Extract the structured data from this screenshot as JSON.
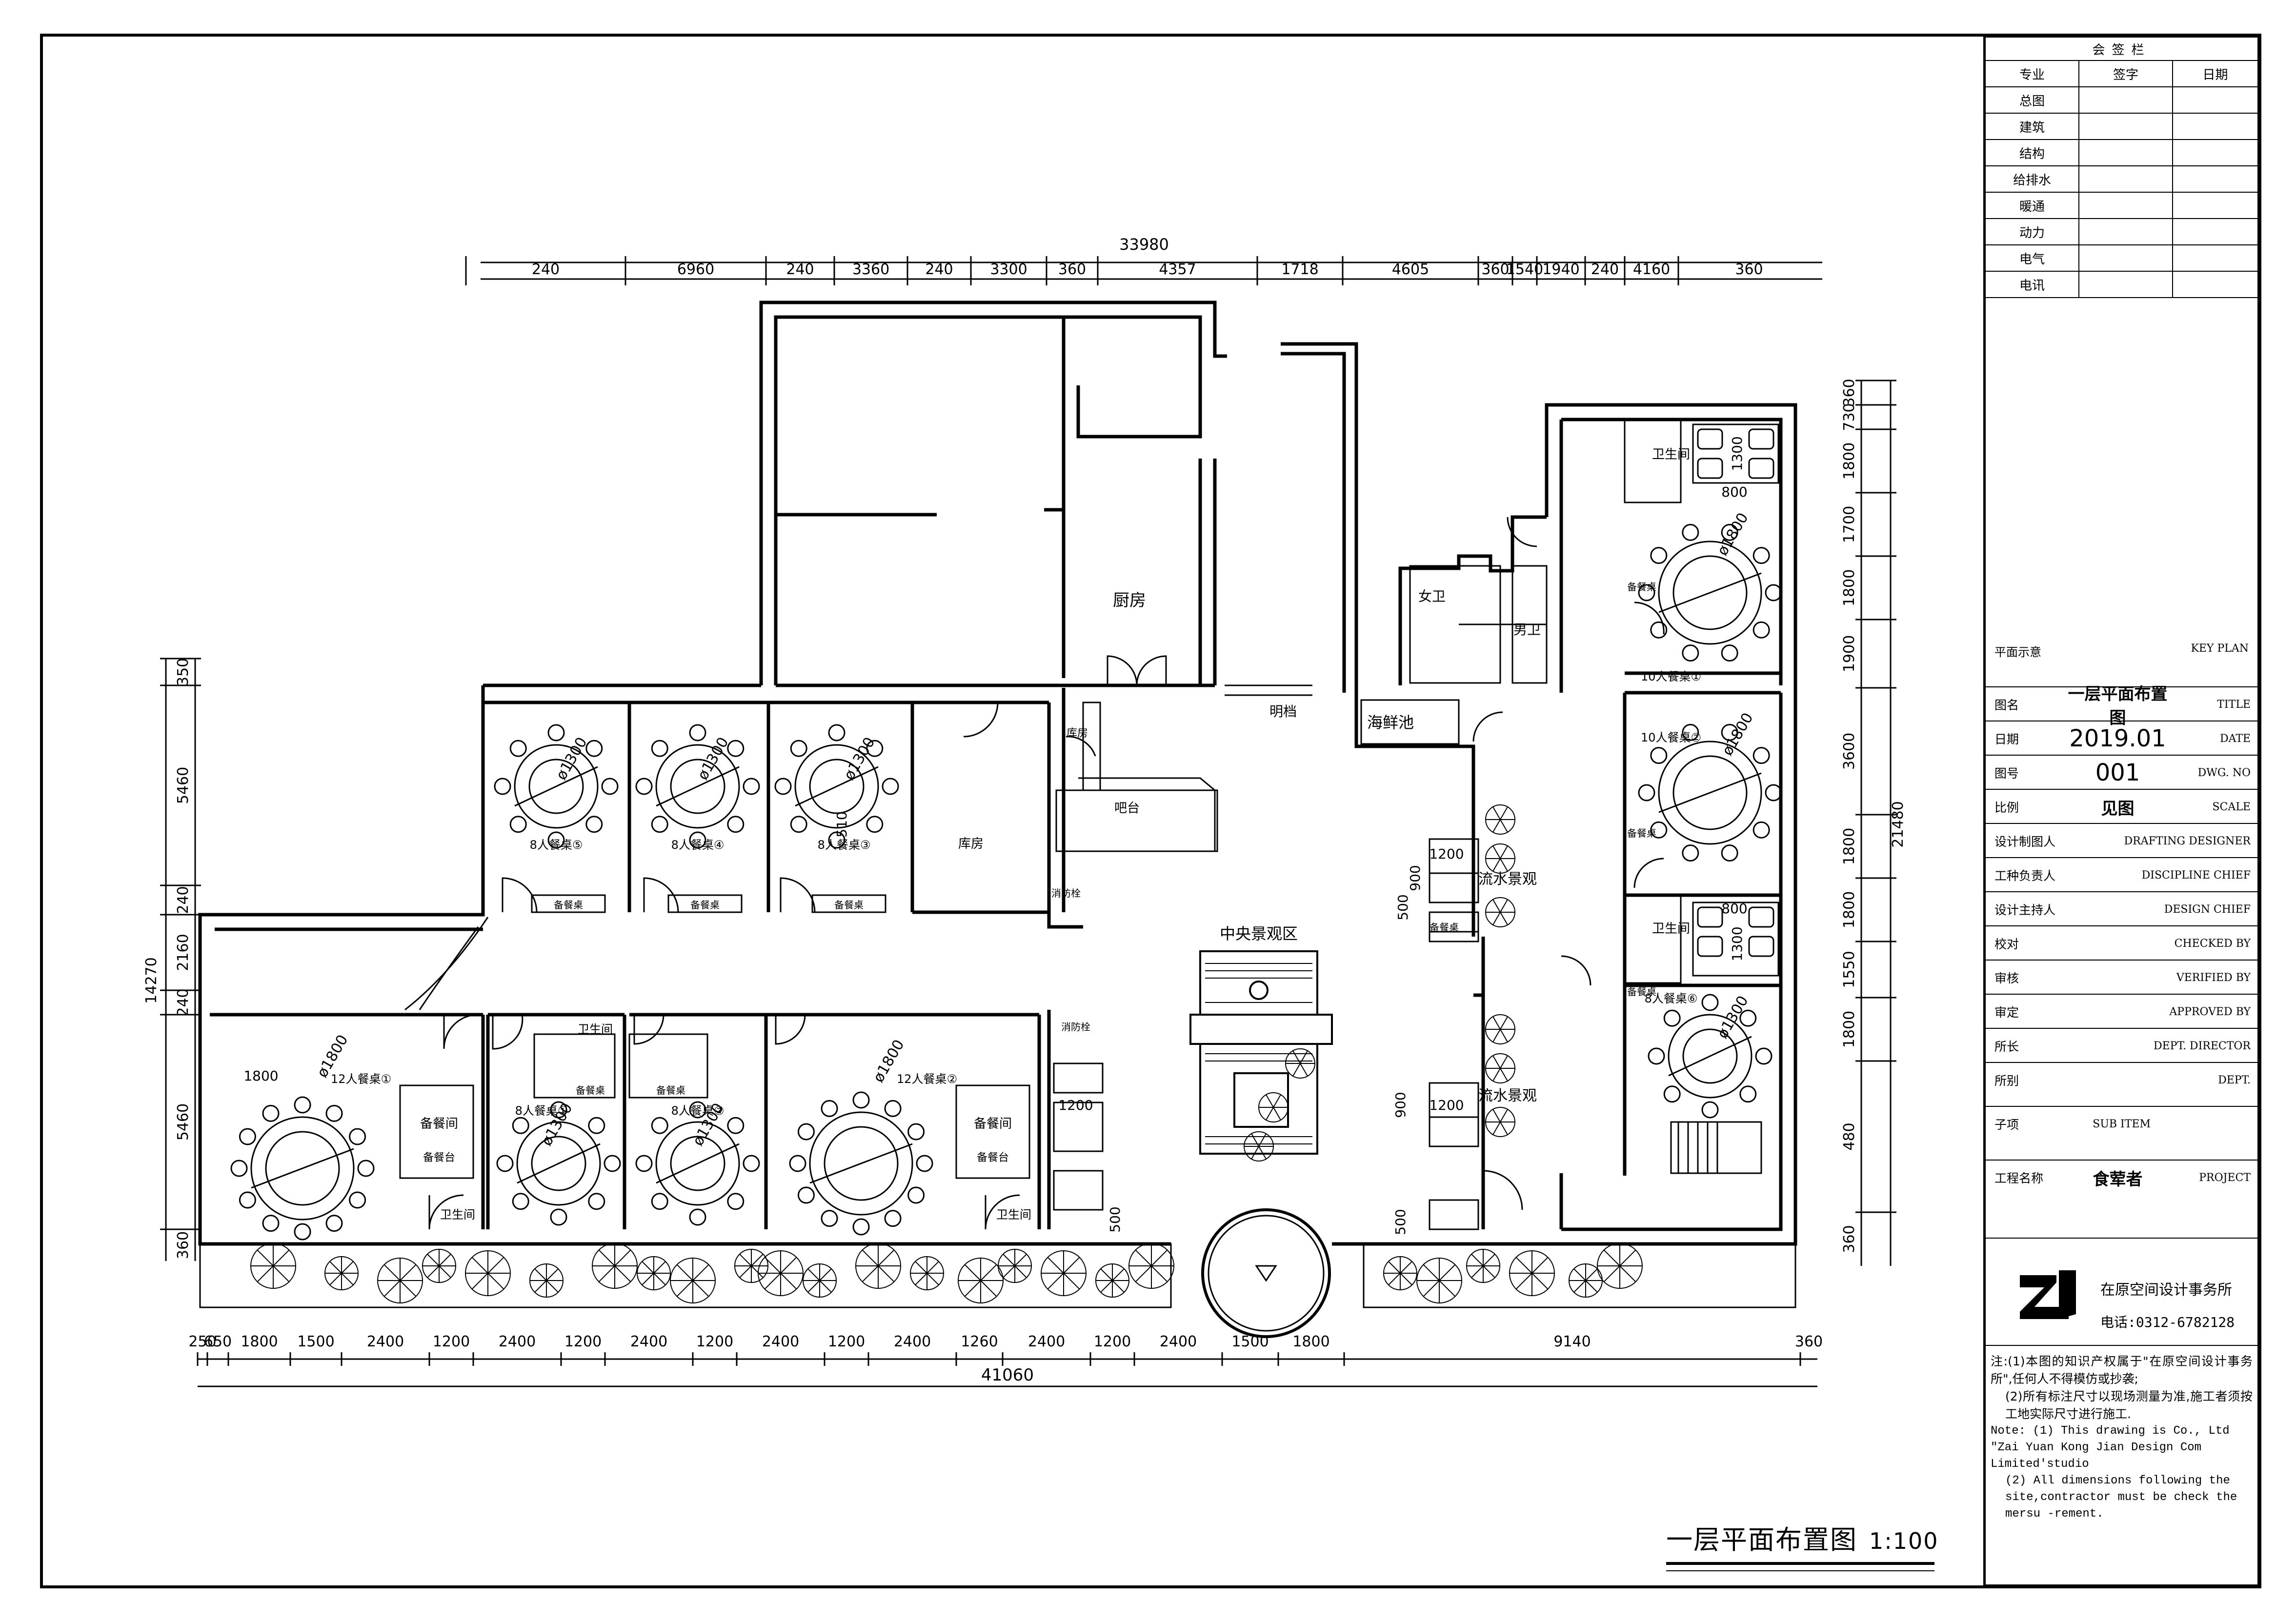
{
  "drawing": {
    "title": "一层平面布置图",
    "scale": "1:100"
  },
  "dimensions": {
    "top_total": "33980",
    "top_segments": [
      "240",
      "6960",
      "240",
      "3360",
      "240",
      "3300",
      "360",
      "4357",
      "1718",
      "4605",
      "360",
      "1540",
      "1940",
      "240",
      "4160",
      "360"
    ],
    "bottom_segments": [
      "250",
      "650",
      "1800",
      "1500",
      "2400",
      "1200",
      "2400",
      "1200",
      "2400",
      "1200",
      "2400",
      "1200",
      "2400",
      "1260",
      "2400",
      "1200",
      "2400",
      "1500",
      "1800",
      "9140",
      "360"
    ],
    "bottom_total": "41060",
    "left_segments": [
      "350",
      "5460",
      "240",
      "2160",
      "240",
      "5460",
      "360"
    ],
    "left_total": "14270",
    "right_segments": [
      "360",
      "730",
      "1800",
      "1700",
      "1800",
      "1900",
      "3600",
      "1800",
      "1800",
      "1550",
      "1800",
      "480",
      "360"
    ],
    "right_total": "21480",
    "internal": [
      "510",
      "500",
      "900",
      "1200",
      "900",
      "1200",
      "500",
      "500",
      "800",
      "800",
      "1300",
      "1300",
      "1800",
      "1200"
    ]
  },
  "rooms": {
    "kitchen": "厨房",
    "storage": "库房",
    "storage2": "库房",
    "bar": "吧台",
    "open_stall": "明档",
    "seafood_pool": "海鲜池",
    "female_wc": "女卫",
    "male_wc": "男卫",
    "central_landscape": "中央景观区",
    "water_feature_1": "流水景观",
    "water_feature_2": "流水景观",
    "wc": "卫生间",
    "prep_room": "备餐间",
    "prep_table": "备餐桌",
    "prep_counter": "备餐台",
    "fire_hydrant": "消防栓",
    "private_rooms": [
      {
        "label": "8人餐桌⑤",
        "dia": "ø1300"
      },
      {
        "label": "8人餐桌④",
        "dia": "ø1300"
      },
      {
        "label": "8人餐桌③",
        "dia": "ø1300"
      },
      {
        "label": "12人餐桌①",
        "dia": "ø1800"
      },
      {
        "label": "8人餐桌①",
        "dia": "ø1300"
      },
      {
        "label": "8人餐桌②",
        "dia": "ø1300"
      },
      {
        "label": "12人餐桌②",
        "dia": "ø1800"
      },
      {
        "label": "10人餐桌①",
        "dia": "ø1800"
      },
      {
        "label": "10人餐桌②",
        "dia": "ø1800"
      },
      {
        "label": "8人餐桌⑥",
        "dia": "ø1300"
      }
    ]
  },
  "title_block": {
    "sign_header": "会签栏",
    "sign_cols": [
      "专业",
      "签字",
      "日期"
    ],
    "sign_rows": [
      "总图",
      "建筑",
      "结构",
      "给排水",
      "暖通",
      "动力",
      "电气",
      "电讯"
    ],
    "key_plan_cn": "平面示意",
    "key_plan_en": "KEY PLAN",
    "rows": [
      {
        "cn": "图名",
        "val": "一层平面布置图",
        "en": "TITLE"
      },
      {
        "cn": "日期",
        "val": "2019.01",
        "en": "DATE"
      },
      {
        "cn": "图号",
        "val": "001",
        "en": "DWG. NO"
      },
      {
        "cn": "比例",
        "val": "见图",
        "en": "SCALE"
      },
      {
        "cn": "设计制图人",
        "val": "",
        "en": "DRAFTING DESIGNER"
      },
      {
        "cn": "工种负责人",
        "val": "",
        "en": "DISCIPLINE CHIEF"
      },
      {
        "cn": "设计主持人",
        "val": "",
        "en": "DESIGN CHIEF"
      },
      {
        "cn": "校对",
        "val": "",
        "en": "CHECKED BY"
      },
      {
        "cn": "审核",
        "val": "",
        "en": "VERIFIED BY"
      },
      {
        "cn": "审定",
        "val": "",
        "en": "APPROVED BY"
      },
      {
        "cn": "所长",
        "val": "",
        "en": "DEPT. DIRECTOR"
      },
      {
        "cn": "所别",
        "val": "",
        "en": "DEPT."
      },
      {
        "cn": "子项",
        "val": "",
        "en": "SUB ITEM"
      },
      {
        "cn": "工程名称",
        "val": "食荤者",
        "en": "PROJECT"
      }
    ],
    "firm_name": "在原空间设计事务所",
    "firm_tel": "电话:0312-6782128",
    "notes_cn": [
      "注:(1)本图的知识产权属于\"在原空间设计事务所\",任何人不得模仿或抄袭;",
      "(2)所有标注尺寸以现场测量为准,施工者须按工地实际尺寸进行施工."
    ],
    "notes_en": [
      "Note: (1) This drawing is Co., Ltd \"Zai Yuan Kong Jian Design Com Limited'studio",
      "(2) All dimensions following the site,contractor must be check the mersu -rement."
    ]
  }
}
